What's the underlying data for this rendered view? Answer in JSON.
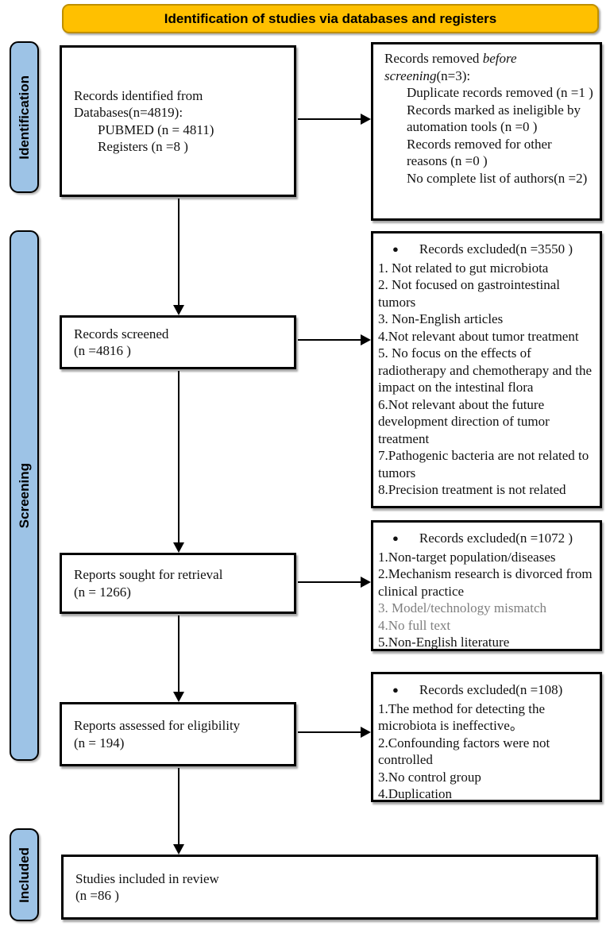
{
  "header": {
    "title": "Identification of studies via databases and registers"
  },
  "colors": {
    "header_bg": "#FFC000",
    "header_border": "#BF8F00",
    "stage_bg": "#9DC3E6",
    "muted_text": "#7f7f7f",
    "line": "#000000"
  },
  "stages": {
    "identification": "Identification",
    "screening": "Screening",
    "included": "Included"
  },
  "flow": {
    "identified": {
      "line1": "Records identified from",
      "line2": "Databases(n=4819):",
      "sources": [
        "PUBMED (n = 4811)",
        "Registers (n =8 )"
      ]
    },
    "screened": {
      "title": "Records screened",
      "count": "(n =4816 )"
    },
    "retrieval": {
      "title": "Reports sought for retrieval",
      "count": "(n = 1266)"
    },
    "eligibility": {
      "title": "Reports assessed for eligibility",
      "count": "(n = 194)"
    },
    "included": {
      "title": "Studies included in review",
      "count": "(n =86 )"
    }
  },
  "exclusions": {
    "removed": {
      "title_pre": "Records removed ",
      "title_italic": "before screening",
      "title_post": "(n=3):",
      "items": [
        "Duplicate records removed  (n =1 )",
        "Records marked as ineligible by automation tools (n =0 )",
        "Records removed for other reasons (n =0 )",
        "No complete list of authors(n =2)"
      ]
    },
    "excluded_screen": {
      "bullet": "●",
      "title": "Records excluded(n =3550 )",
      "items": [
        "1. Not related to gut microbiota",
        "2. Not focused on gastrointestinal tumors",
        "3. Non-English articles",
        "4.Not relevant about tumor treatment",
        "5. No focus on the effects of radiotherapy and chemotherapy and the impact on the intestinal flora",
        "6.Not relevant about the future development direction of tumor treatment",
        "7.Pathogenic bacteria are not related to tumors",
        "8.Precision treatment is not related"
      ]
    },
    "excluded_retrieval": {
      "bullet": "●",
      "title": "Records excluded(n =1072 )",
      "items": [
        {
          "text": "1.Non-target population/diseases",
          "muted": false
        },
        {
          "text": "2.Mechanism research is divorced from clinical practice",
          "muted": false
        },
        {
          "text": "3. Model/technology mismatch",
          "muted": true
        },
        {
          "text": "4.No full text",
          "muted": true
        },
        {
          "text": "5.Non-English literature",
          "muted": false
        }
      ]
    },
    "excluded_eligibility": {
      "bullet": "●",
      "title": "Records excluded(n =108)",
      "items": [
        "1.The method for detecting the microbiota is ineffective。",
        "2.Confounding factors were not controlled",
        "3.No control group",
        "4.Duplication"
      ]
    }
  }
}
